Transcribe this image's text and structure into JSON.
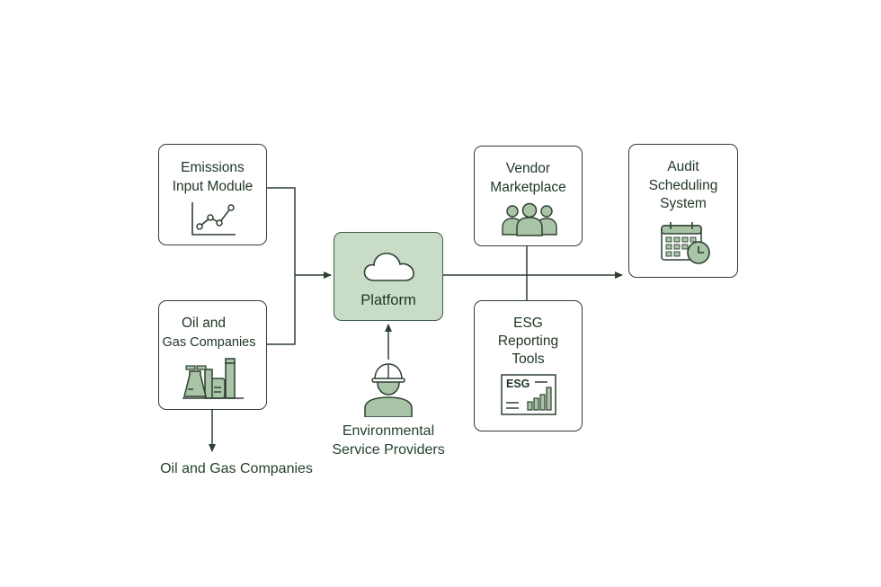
{
  "nodes": {
    "emissions": {
      "label": "Emissions\nInput Module",
      "icon": "line-chart-icon"
    },
    "oilgas": {
      "label_line1": "Oil and",
      "label_line2": "Gas Companies",
      "icon": "refinery-icon"
    },
    "platform": {
      "label": "Platform",
      "icon": "cloud-icon"
    },
    "vendor": {
      "label": "Vendor\nMarketplace",
      "icon": "people-group-icon"
    },
    "esg": {
      "label": "ESG\nReporting\nTools",
      "icon": "esg-report-icon",
      "icon_text": "ESG"
    },
    "audit": {
      "label": "Audit\nScheduling\nSystem",
      "icon": "calendar-clock-icon"
    }
  },
  "free_labels": {
    "env_providers": "Environmental\nService Providers",
    "oilgas_bottom": "Oil and Gas Companies"
  },
  "colors": {
    "stroke": "#2d3f31",
    "icon_fill": "#a9c4a6",
    "platform_fill": "#c9dcc8"
  }
}
